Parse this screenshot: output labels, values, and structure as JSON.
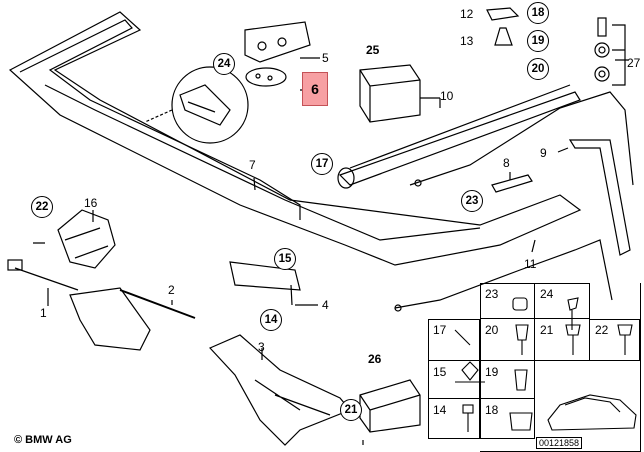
{
  "callouts": {
    "c1": "1",
    "c2": "2",
    "c3": "3",
    "c4": "4",
    "c5": "5",
    "c6": "6",
    "c7": "7",
    "c8": "8",
    "c9": "9",
    "c10": "10",
    "c11": "11",
    "c12": "12",
    "c13": "13",
    "c14": "14",
    "c15": "15",
    "c16": "16",
    "c17": "17",
    "c18": "18",
    "c19": "19",
    "c20": "20",
    "c21": "21",
    "c22": "22",
    "c23": "23",
    "c24": "24",
    "c25": "25",
    "c26": "26",
    "c27": "27"
  },
  "grid": {
    "r1": [
      "23",
      "24"
    ],
    "r2": [
      "17",
      "20",
      "21",
      "22"
    ],
    "r3": [
      "15",
      "19"
    ],
    "r4": [
      "14",
      "18"
    ]
  },
  "footer": {
    "brand": "BMW AG",
    "code": "00121858"
  },
  "colors": {
    "highlight": "#f7a0a3",
    "line": "#000000"
  }
}
